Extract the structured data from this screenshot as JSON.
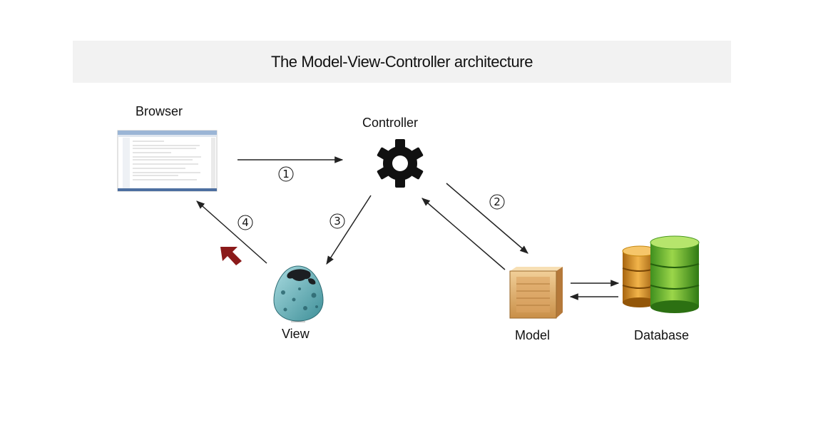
{
  "title": "The Model-View-Controller architecture",
  "nodes": {
    "browser": "Browser",
    "controller": "Controller",
    "view": "View",
    "model": "Model",
    "database": "Database"
  },
  "steps": [
    "1",
    "2",
    "3",
    "4"
  ],
  "colors": {
    "title_bg": "#f2f2f2",
    "arrow": "#222222",
    "highlight_arrow": "#8b1a1a"
  }
}
